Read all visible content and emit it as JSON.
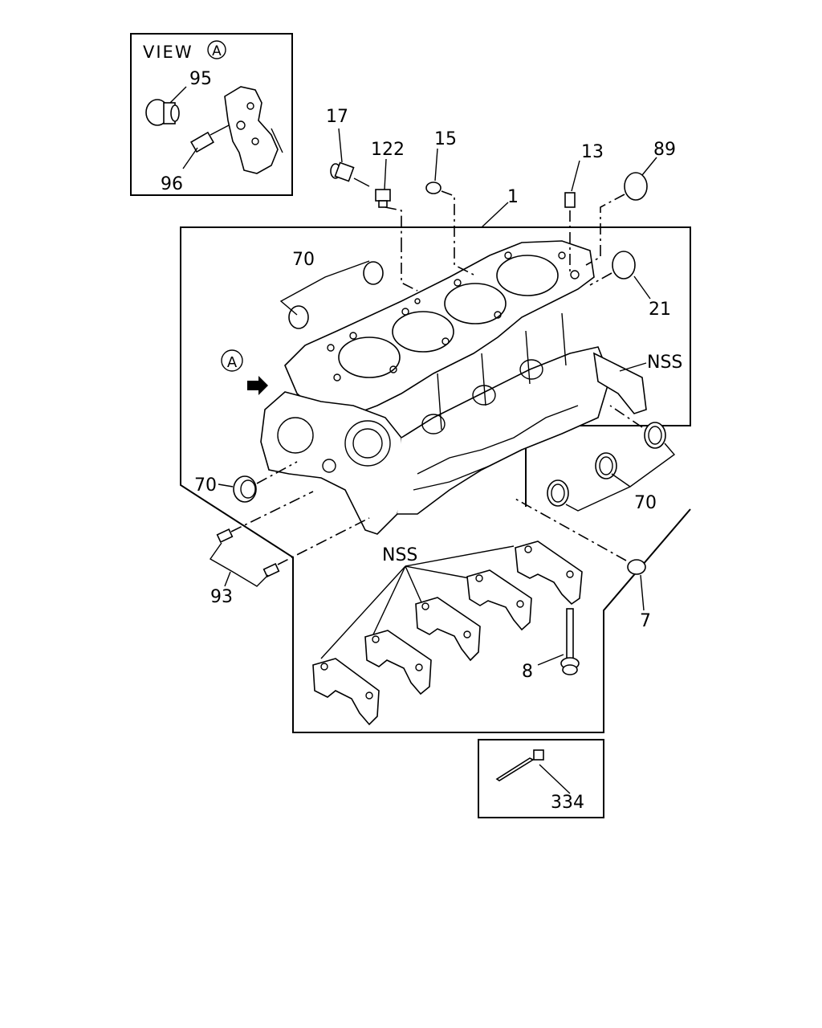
{
  "view_box": {
    "title": "VIEW",
    "marker": "A",
    "labels": {
      "p95": "95",
      "p96": "96"
    }
  },
  "labels": {
    "p1": "1",
    "p7": "7",
    "p8": "8",
    "p13": "13",
    "p15": "15",
    "p17": "17",
    "p21": "21",
    "p70_top": "70",
    "p70_left": "70",
    "p70_right": "70",
    "p89": "89",
    "p93": "93",
    "p122": "122",
    "nss_right": "NSS",
    "nss_caps": "NSS",
    "view_marker": "A"
  },
  "tie_box": {
    "label": "334"
  }
}
